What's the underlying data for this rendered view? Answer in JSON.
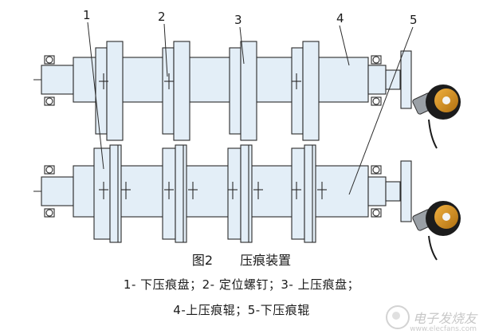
{
  "callouts": [
    "1",
    "2",
    "3",
    "4",
    "5"
  ],
  "figure": {
    "number": "图2",
    "title": "压痕装置"
  },
  "legend": {
    "line1": "1- 下压痕盘；2- 定位螺钉；3- 上压痕盘；",
    "line2": "4-上压痕辊；5-下压痕辊"
  },
  "watermark": {
    "text": "电子发烧友",
    "url": "www.elecfans.com"
  },
  "colors": {
    "roller_fill": "#e3eef7",
    "stroke": "#2a2a2a",
    "encoder_body": "#1c1c1c",
    "encoder_face": "#d8a030"
  },
  "icons": [
    "encoder-icon",
    "bearing-icon",
    "locating-screw-icon"
  ]
}
